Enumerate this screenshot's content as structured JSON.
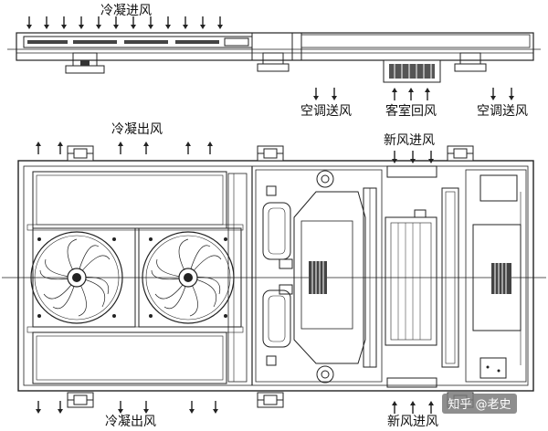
{
  "labels": {
    "condenser_in": "冷凝进风",
    "ac_supply": "空调送风",
    "cabin_return": "客室回风",
    "condenser_out": "冷凝出风",
    "fresh_air_in": "新风进风"
  },
  "watermark": "知乎 @老史",
  "colors": {
    "line": "#222222",
    "watermark_bg": "#7a7a7a"
  },
  "icons": {
    "arrow_down": "arrow-down-icon",
    "arrow_up": "arrow-up-icon",
    "fan": "axial-fan-icon",
    "blower": "centrifugal-blower-icon"
  }
}
